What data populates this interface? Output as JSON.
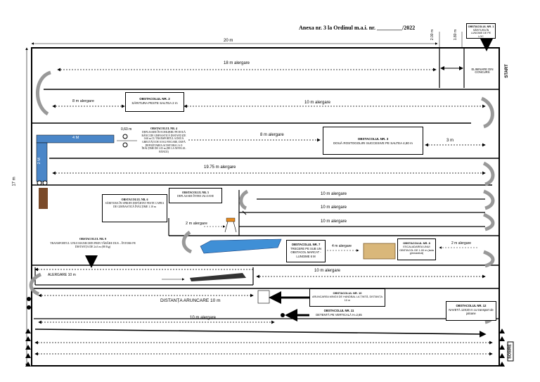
{
  "header": {
    "title": "Anexa nr. 3 la Ordinul m.a.i. nr. _________/2022"
  },
  "top_box": {
    "title": "OBSTACOLUL NR. 1",
    "text": "SĂRITURA ÎN LUNGIME DE PE LOC"
  },
  "dimensions": {
    "total_width": "20 m",
    "total_height": "17 m",
    "top_gap_1": "2.00 m",
    "top_gap_2": "1.80 m"
  },
  "side_labels": {
    "start": "START",
    "finish": "SOSIRE"
  },
  "row1": {
    "run": "18 m alergare",
    "elimination": "ELIMINARE DIN CONCURS"
  },
  "row2": {
    "run_left": "8 m alergare",
    "run_right": "10 m alergare"
  },
  "obstacle2": {
    "title": "OBSTACOLUL NR. 2",
    "text": "SĂRITURA PESTE SALTEA 2 m"
  },
  "row3": {
    "bench_len": "4 M",
    "bench_side": "2 M",
    "ring_label": "0,60 m",
    "run": "8 m alergare",
    "run_small": "3 m"
  },
  "obstacle4": {
    "title": "OBSTACOLUL NR. 4",
    "text": "DEPLASARE ÎN ECHILIBRU PE DOUĂ BĂNCI DE GIMNASTICĂ DISTANȚATE 0.60 m CU TRANSPORTUL A DOUĂ GREUTĂȚI DE 10 KG FIECARE, DUPĂ DEPOZITAREA ACESTORA LA O ÎNĂLȚIME DE 1.05 m (DE LA NIVELUL BĂNCII)"
  },
  "obstacle3": {
    "title": "OBSTACOLUL NR. 3",
    "text": "DOUĂ ROSTOGOLIRI SUCCESIVE PE SALTEA 4,80 m"
  },
  "row4": {
    "run": "19.75 m alergare"
  },
  "obstacle5": {
    "title": "OBSTACOLUL NR. 5",
    "text": "DEPLASARE ÎNTRE JALOANE"
  },
  "obstacle6": {
    "title": "OBSTACOLUL NR. 6",
    "text": "SĂRITURA ÎN SPRIJIN DEPĂRTAT PESTE CAPRA DE GIMNASTICĂ ÎNĂLȚIME 1.10 m"
  },
  "row5": {
    "run_a": "10 m alergare",
    "run_b": "10 m alergare",
    "run_c": "10 m alergare",
    "run_short": "2 m alergare"
  },
  "obstacle9": {
    "title": "OBSTACOLUL NR. 9",
    "text": "TRANSPORTUL UNUI MANECHIN PRIN TÂRÂRE DUS – ÎNTORS PE DISTANȚA DE 2x3 m (80 Kg)"
  },
  "obstacle7": {
    "title": "OBSTACOLUL NR. 7",
    "text": "TRECERE PE SUB UN OBSTACOL MARCAT - LUNGIME 6 M"
  },
  "row6": {
    "run": "4 m alergare",
    "run_right": "2 m alergare"
  },
  "obstacle8": {
    "title": "OBSTACOLUL NR. 8",
    "text": "ESCALADAREA UNUI OBSTACOL DE 1.00 m (lada gimnastică)"
  },
  "row7": {
    "run_left": "ALERGARE 10 m",
    "run_right": "10 m alergare"
  },
  "obstacle10": {
    "title": "OBSTACOLUL NR. 10",
    "text": "ARUNCAREA MINGII DE HANDBAL LA ȚINTĂ, DISTANȚA 10 m"
  },
  "row8": {
    "throw": "DISTANȚA ARUNCARE 10 m"
  },
  "obstacle11": {
    "title": "OBSTACOLUL NR. 11",
    "text": "DETENTĂ PE VERTICALĂ H=2,65"
  },
  "obstacle12": {
    "title": "OBSTACOLUL NR. 12",
    "text": "NAVETĂ 12X20 m cu transport de jaloane"
  },
  "row9": {
    "run": "10 m alergare"
  },
  "colors": {
    "bench": "#4a86c8",
    "mat": "#3f8fd6",
    "box": "#d9b77a",
    "stump": "#7a4a2a"
  }
}
